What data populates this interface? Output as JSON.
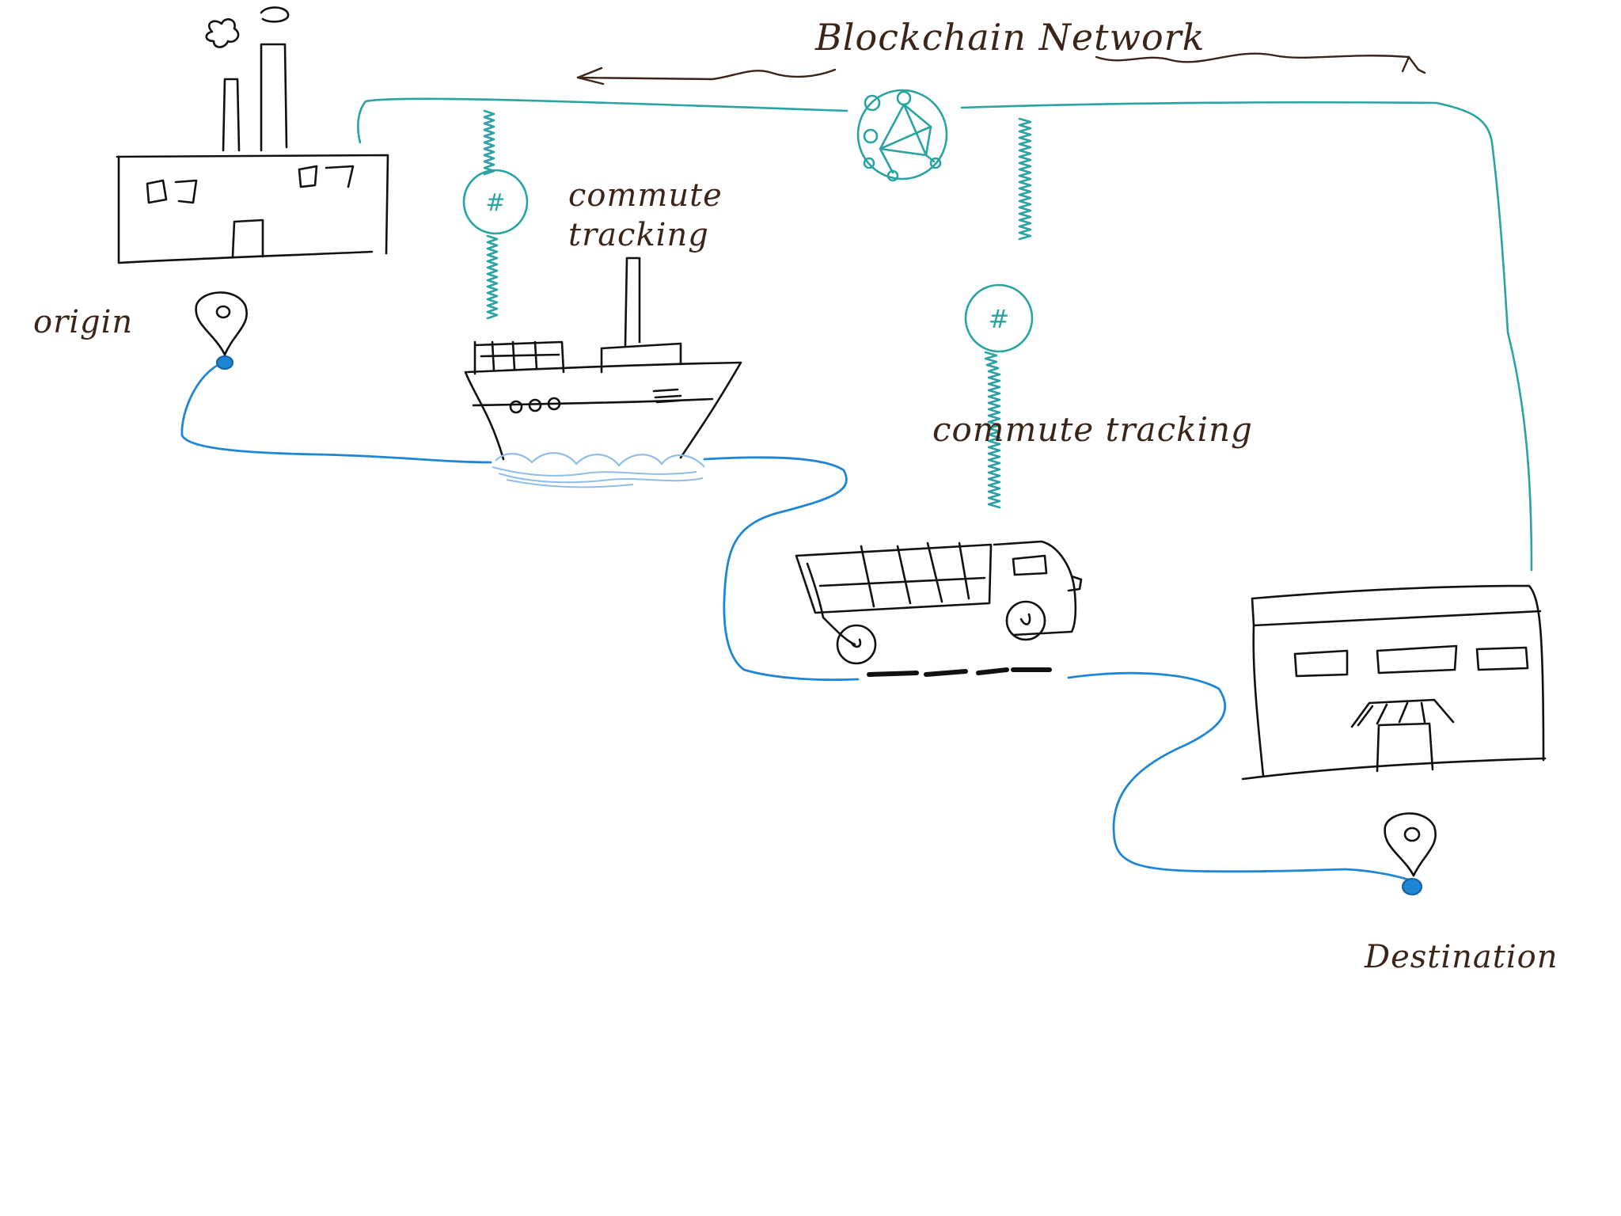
{
  "colors": {
    "ink": "#111111",
    "network": "#2aa3a3",
    "route": "#1f86d6",
    "water": "#8fbde8",
    "handwriting": "#3b2418"
  },
  "labels": {
    "network": "Blockchain Network",
    "tracking_ship": "commute tracking",
    "tracking_truck": "commute tracking",
    "origin": "origin",
    "destination": "Destination"
  },
  "icons": {
    "node": "hash-node-icon",
    "network": "network-graph-icon",
    "pin": "map-pin-icon"
  }
}
